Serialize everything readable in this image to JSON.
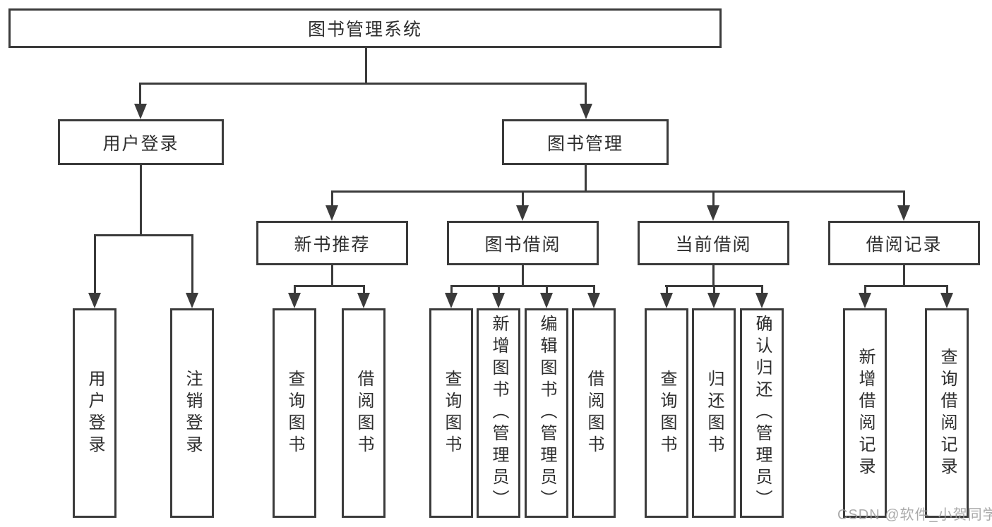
{
  "diagram": {
    "root": {
      "label": "图书管理系统"
    },
    "level2": [
      {
        "label": "用户登录"
      },
      {
        "label": "图书管理"
      }
    ],
    "level3": [
      {
        "label": "新书推荐"
      },
      {
        "label": "图书借阅"
      },
      {
        "label": "当前借阅"
      },
      {
        "label": "借阅记录"
      }
    ],
    "leaves": [
      {
        "label": "用户登录"
      },
      {
        "label": "注销登录"
      },
      {
        "label": "查询图书"
      },
      {
        "label": "借阅图书"
      },
      {
        "label": "查询图书"
      },
      {
        "label": "新增图书（管理员）"
      },
      {
        "label": "编辑图书（管理员）"
      },
      {
        "label": "借阅图书"
      },
      {
        "label": "查询图书"
      },
      {
        "label": "归还图书"
      },
      {
        "label": "确认归还（管理员）"
      },
      {
        "label": "新增借阅记录"
      },
      {
        "label": "查询借阅记录"
      }
    ]
  },
  "watermark": {
    "text": "CSDN @软件_小贺同学"
  },
  "colors": {
    "line": "#3b3b3b",
    "text": "#2e2e2e",
    "background": "#ffffff",
    "watermark": "#9c9c9c"
  }
}
